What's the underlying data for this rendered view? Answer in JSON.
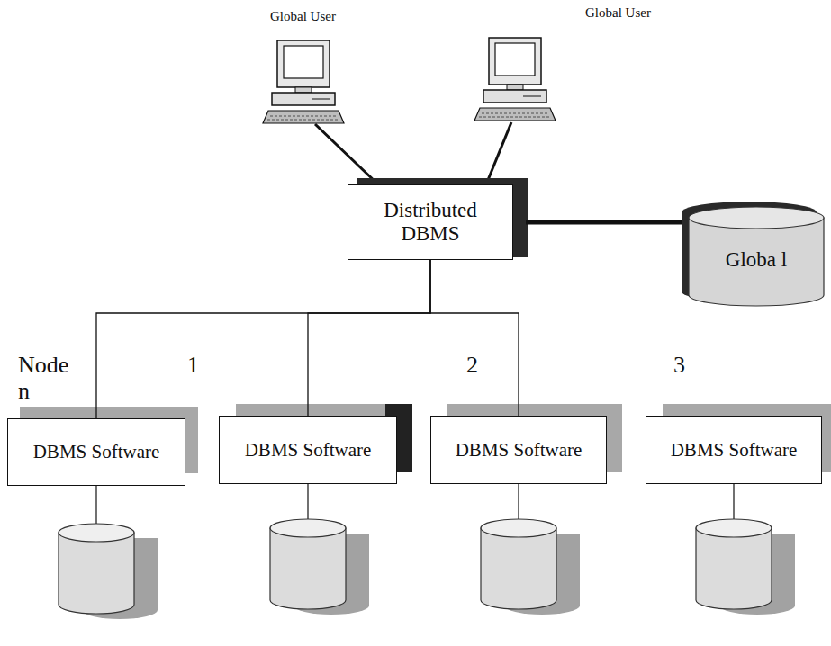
{
  "diagram": {
    "nodes": [
      {
        "text": [
          "Distributed DBMS"
        ]
      },
      {
        "text": [
          "Globa l"
        ]
      },
      {
        "text": [
          "DBMS Software"
        ]
      },
      {
        "text": [
          "DBMS Software"
        ]
      },
      {
        "text": [
          "DBMS Software"
        ]
      },
      {
        "text": [
          "DBMS Software"
        ]
      }
    ],
    "edges": [
      {
        "from": 0,
        "to": 1,
        "arrow": "none"
      },
      {
        "from": 0,
        "to": 2,
        "arrow": "none"
      },
      {
        "from": 0,
        "to": 3,
        "arrow": "none"
      },
      {
        "from": 0,
        "to": 4,
        "arrow": "none"
      },
      {
        "from": 0,
        "to": 5,
        "arrow": "none"
      }
    ],
    "labels": [
      "Global User",
      "Global User",
      "Node n",
      "1",
      "2",
      "3"
    ]
  }
}
